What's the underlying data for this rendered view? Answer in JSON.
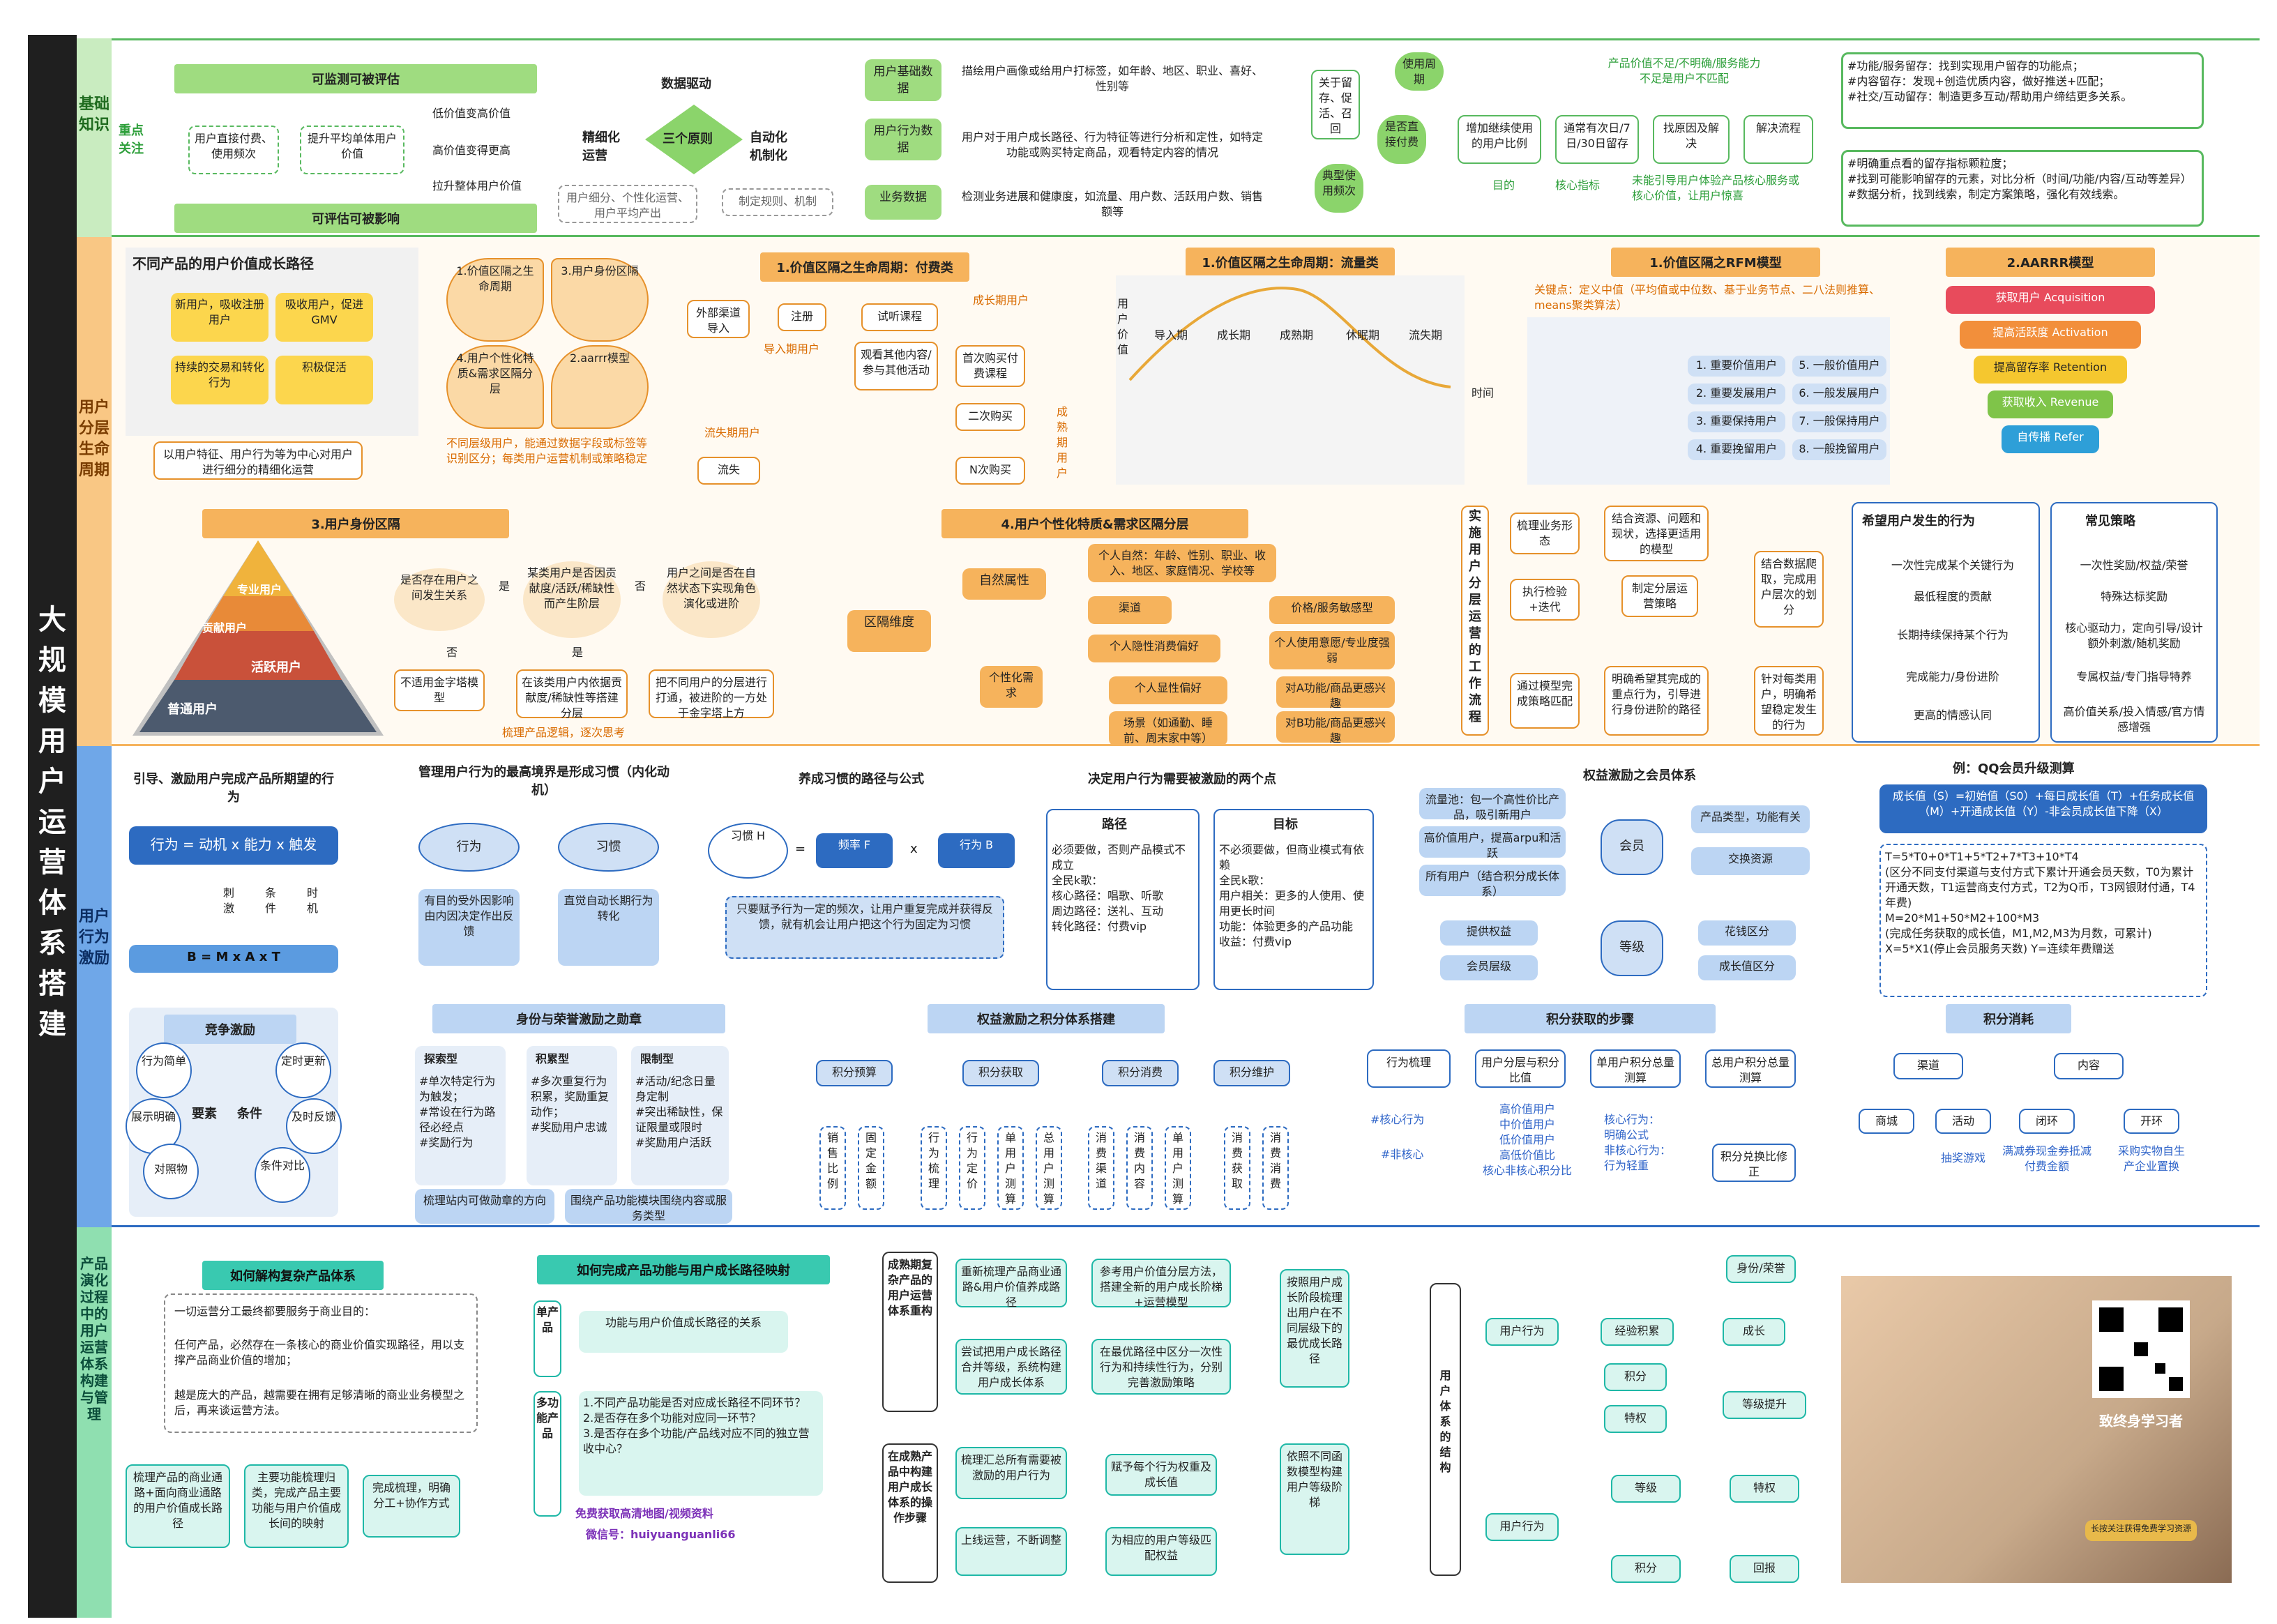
{
  "sidebar": {
    "title": "大规模 用户运营 体系搭建"
  },
  "sections": {
    "s1": "基础知识",
    "s2": "用户分层 生命周期",
    "s3": "用户行为激励",
    "s4": "产品演化过程中的用户运营体系构建与管理"
  },
  "basics": {
    "key_focus": "重点关注",
    "measurable": "可监测可被评估",
    "evaluable": "可评估可被影响",
    "conv_box": "用户直接付费、使用频次",
    "value_box": "提升平均单体用户价值",
    "low_to_high": "低价值变高价值",
    "high_keep": "高价值变得更高",
    "raise_all": "拉升整体用户价值",
    "data_driven": "数据驱动",
    "three_principles": "三个原则",
    "refined_ops": "精细化运营",
    "auto_mech": "自动化机制化",
    "segment_note": "用户细分、个性化运营、用户平均产出",
    "rules_note": "制定规则、机制",
    "data_types": [
      {
        "name": "用户基础数据",
        "desc": "描绘用户画像或给用户打标签，如年龄、地区、职业、喜好、性别等"
      },
      {
        "name": "用户行为数据",
        "desc": "用户对于用户成长路径、行为特征等进行分析和定性，如特定功能或购买特定商品，观看特定内容的情况"
      },
      {
        "name": "业务数据",
        "desc": "检测业务进展和健康度，如流量、用户数、活跃用户数、销售额等"
      }
    ],
    "retention_cue": "关于留存、促活、召回",
    "use_cycle": "使用周期",
    "direct_pay": "是否直接付费",
    "typical_freq": "典型使用频次",
    "product_value_q": "产品价值不足/不明确/服务能力不足是用户不匹配",
    "flow": [
      "增加继续使用的用户比例",
      "通常有次日/7日/30日留存",
      "找原因及解决",
      "解决流程"
    ],
    "purpose": "目的",
    "core_metric": "核心指标",
    "method": "未能引导用户体验产品核心服务或核心价值，让用户惊喜",
    "notes1": "#功能/服务留存：找到实现用户留存的功能点；\n#内容留存：发现+创造优质内容，做好推送+匹配；\n#社交/互动留存：制造更多互动/帮助用户缔结更多关系。",
    "notes2": "#明确重点看的留存指标颗粒度；\n#找到可能影响留存的元素，对比分析（时间/功能/内容/互动等差异）\n#数据分析，找到线索，制定方案策略，强化有效线索。"
  },
  "lifecycle": {
    "growth_title": "不同产品的用户价值成长路径",
    "growth_caption": "以用户特征、用户行为等为中心对用户进行细分的精细化运营",
    "quad": [
      "新用户，吸收注册用户",
      "吸收用户，促进GMV",
      "持续的交易和转化行为",
      "积极促活"
    ],
    "butterfly": [
      "1.价值区隔之生命周期",
      "2.aarrr模型",
      "3.用户身份区隔",
      "4.用户个性化特质&需求区隔分层"
    ],
    "butterfly_note": "不同层级用户，能通过数据字段或标签等识别区分；每类用户运营机制或策略稳定",
    "pay_title": "1.价值区隔之生命周期：付费类",
    "pay_nodes": [
      "外部渠道导入",
      "注册",
      "试听课程",
      "观看其他内容/参与其他活动",
      "首次购买付费课程",
      "二次购买",
      "N次购买",
      "流失"
    ],
    "pay_labels": [
      "导入期用户",
      "成长期用户",
      "成熟期用户",
      "流失期用户"
    ],
    "flow_title": "1.价值区隔之生命周期：流量类",
    "flow_stages": [
      "导入期",
      "成长期",
      "成熟期",
      "休眠期",
      "流失期"
    ],
    "flow_axis_y": "用户价值",
    "flow_axis_x": "时间",
    "rfm_title": "1.价值区隔之RFM模型",
    "rfm_key": "关键点：定义中值（平均值或中位数、基于业务节点、二八法则推算、means聚类算法）",
    "rfm_list": [
      "1. 重要价值用户",
      "2. 重要发展用户",
      "3. 重要保持用户",
      "4. 重要挽留用户",
      "5. 一般价值用户",
      "6. 一般发展用户",
      "7. 一般保持用户",
      "8. 一般挽留用户"
    ],
    "aarrr_title": "2.AARRR模型",
    "aarrr": [
      "获取用户 Acquisition",
      "提高活跃度 Activation",
      "提高留存率 Retention",
      "获取收入 Revenue",
      "自传播 Refer"
    ],
    "identity_title": "3.用户身份区隔",
    "pyramid": [
      "专业用户",
      "贡献用户",
      "活跃用户",
      "普通用户"
    ],
    "identity_q": [
      "是否存在用户之间发生关系",
      "某类用户是否因贡献度/活跃/稀缺性而产生阶层",
      "用户之间是否在自然状态下实现角色演化或进阶"
    ],
    "identity_yes": "是",
    "identity_no": "否",
    "identity_res": [
      "不适用金字塔模型",
      "在该类用户内依据贡献度/稀缺性等搭建分层",
      "把不同用户的分层进行打通，被进阶的一方处于金字塔上方"
    ],
    "identity_logic": "梳理产品逻辑，逐次思考",
    "personal_title": "4.用户个性化特质&需求区隔分层",
    "dim": "区隔维度",
    "natural": "自然属性",
    "natural_detail": "个人自然：年龄、性别、职业、收入、地区、家庭情况、学校等",
    "personal_need": "个性化需求",
    "channel": "渠道",
    "hidden_pref": "个人隐性消费偏好",
    "visible_pref": "个人显性偏好",
    "scene_pref": "场景（如通勤、睡前、周末家中等）",
    "price": "价格/服务敏感型",
    "willing": "个人使用意愿/专业度强弱",
    "a_interest": "对A功能/商品更感兴趣",
    "b_interest": "对B功能/商品更感兴趣",
    "workflow_title": "实施用户分层运营的工作流程",
    "wf": [
      "梳理业务形态",
      "结合资源、问题和现状，选择更适用的模型",
      "执行检验+迭代",
      "制定分层运营策略",
      "结合数据爬取，完成用户层次的划分",
      "通过模型完成策略匹配",
      "明确希望其完成的重点行为，引导进行身份进阶的路径",
      "针对每类用户，明确希望稳定发生的行为"
    ],
    "hope_title": "希望用户发生的行为",
    "hope": [
      "一次性完成某个关键行为",
      "最低程度的贡献",
      "长期持续保持某个行为",
      "完成能力/身份进阶",
      "更高的情感认同"
    ],
    "strategy_title": "常见策略",
    "strategy": [
      "一次性奖励/权益/荣誉",
      "特殊达标奖励",
      "核心驱动力，定向引导/设计额外刺激/随机奖励",
      "专属权益/专门指导特养",
      "高价值关系/投入情感/官方情感增强"
    ]
  },
  "behavior": {
    "guide_title": "引导、激励用户完成产品所期望的行为",
    "formula": "行为 = 动机 x 能力 x 触发",
    "bmat": "B = M x A x T",
    "bmat_labels": [
      "刺激",
      "条件",
      "时机"
    ],
    "habit_title": "管理用户行为的最高境界是形成习惯（内化动机）",
    "behavior_oval": "行为",
    "habit_oval": "习惯",
    "conscious": "有目的受外因影响由内因决定作出反馈",
    "intuitive": "直觉自动长期行为转化",
    "path_title": "养成习惯的路径与公式",
    "h_formula": [
      "习惯 H",
      "频率 F",
      "行为 B"
    ],
    "path_note": "只要赋予行为一定的频次，让用户重复完成并获得反馈，就有机会让用户把这个行为固定为习惯",
    "two_elements_title": "决定用户行为需要被激励的两个点",
    "path": {
      "title": "路径",
      "body": "必须要做，否则产品模式不成立\n全民k歌：\n核心路径：唱歌、听歌\n周边路径：送礼、互动\n转化路径：付费vip"
    },
    "goal": {
      "title": "目标",
      "body": "不必须要做，但商业模式有依赖\n全民k歌：\n用户相关：更多的人使用、使用更长时间\n功能：体验更多的产品功能\n收益：付费vip"
    },
    "member_title": "权益激励之会员体系",
    "member_left": [
      "流量池：包一个高性价比产品，吸引新用户",
      "高价值用户，提高arpu和活跃",
      "所有用户（结合积分成长体系）"
    ],
    "member": "会员",
    "member_right": [
      "产品类型，功能有关",
      "交换资源"
    ],
    "level": "等级",
    "level_left": [
      "提供权益",
      "会员层级"
    ],
    "level_right": [
      "花钱区分",
      "成长值区分"
    ],
    "qq_title": "例：QQ会员升级测算",
    "qq_formula": "成长值（S）=初始值（S0）+每日成长值（T）+任务成长值（M）+开通成长值（Y）-非会员成长值下降（X）",
    "qq_detail": "T=5*T0+0*T1+5*T2+7*T3+10*T4\n(区分不同支付渠道与支付方式下累计开通会员天数，T0为累计开通天数，T1运营商支付方式，T2为Q币，T3网银财付通，T4年费)\nM=20*M1+50*M2+100*M3\n(完成任务获取的成长值，M1,M2,M3为月数，可累计)\nX=5*X1(停止会员服务天数) Y=连续年费赠送"
  },
  "points": {
    "compete_title": "竞争激励",
    "elements": "要素",
    "conditions": "条件",
    "el_items": [
      "行为简单",
      "展示明确",
      "对照物"
    ],
    "cond_items": [
      "定时更新",
      "及时反馈",
      "条件对比"
    ],
    "badge_title": "身份与荣誉激励之勋章",
    "badges": [
      {
        "t": "探索型",
        "d": "#单次特定行为为触发；\n#常设在行为路径必经点\n#奖励行为"
      },
      {
        "t": "积累型",
        "d": "#多次重复行为积累，奖励重复动作；\n#奖励用户忠诚"
      },
      {
        "t": "限制型",
        "d": "#活动/纪念日量身定制\n#突出稀缺性，保证限量或限时\n#奖励用户活跃"
      }
    ],
    "badge_notes": [
      "梳理站内可做勋章的方向",
      "围绕产品功能模块围绕内容或服务类型"
    ],
    "points_title": "权益激励之积分体系搭建",
    "points_cats": [
      "积分预算",
      "积分获取",
      "积分消费",
      "积分维护"
    ],
    "points_sub": [
      "销售比例",
      "固定金额",
      "行为梳理",
      "行为定价",
      "单用户测算",
      "总用户测算",
      "消费渠道",
      "消费内容",
      "单用户测算",
      "消费获取",
      "消费消费"
    ],
    "acquire_title": "积分获取的步骤",
    "acquire_steps": [
      "行为梳理",
      "用户分层与积分比值",
      "单用户积分总量测算",
      "总用户积分总量测算"
    ],
    "core_tag": "#核心行为",
    "noncore_tag": "#非核心",
    "high_users": "高价值用户\n中价值用户\n低价值用户\n高低价值比\n核心非核心积分比",
    "core_text": "核心行为：\n明确公式\n非核心行为：\n行为轻重",
    "exchange": "积分兑换比修正",
    "consume_title": "积分消耗",
    "consume_channel": "渠道",
    "consume_content": "内容",
    "consume_items": [
      "商城",
      "活动",
      "闭环",
      "开环"
    ],
    "consume_leaf": [
      "抽奖游戏",
      "满减券现金券抵减付费金额",
      "采购实物自生产企业置换"
    ]
  },
  "evolution": {
    "decon_title": "如何解构复杂产品体系",
    "decon_list": [
      "一切运营分工最终都要服务于商业目的：",
      "任何产品，必然存在一条核心的商业价值实现路径，用以支撑产品商业价值的增加；",
      "越是庞大的产品，越需要在拥有足够清晰的商业业务模型之后，再来谈运营方法。"
    ],
    "decon_steps": [
      "梳理产品的商业通路+面向商业通路的用户价值成长路径",
      "主要功能梳理归类，完成产品主要功能与用户价值成长间的映射",
      "完成梳理，明确分工+协作方式"
    ],
    "map_title": "如何完成产品功能与用户成长路径映射",
    "single": "单产品",
    "single_text": "功能与用户价值成长路径的关系",
    "multi": "多功能产品",
    "multi_text": "1.不同产品功能是否对应成长路径不同环节？\n2.是否存在多个功能对应同一环节？\n3.是否存在多个功能/产品线对应不同的独立营收中心？",
    "free_note": "免费获取高清地图/视频资料",
    "wechat": "微信号：huiyuanguanli66",
    "mature_title": "成熟期复杂产品的用户运营体系重构",
    "mature_steps": [
      "重新梳理产品商业通路&用户价值养成路径",
      "参考用户价值分层方法，搭建全新的用户成长阶梯+运营模型",
      "尝试把用户成长路径合并等级，系统构建用户成长体系",
      "在最优路径中区分一次性行为和持续性行为，分别完善激励策略",
      "按照用户成长阶段梳理出用户在不同层级下的最优成长路径"
    ],
    "build_title": "在成熟产品中构建用户成长体系的操作步骤",
    "build_steps": [
      "梳理汇总所有需要被激励的用户行为",
      "赋予每个行为权重及成长值",
      "依照不同函数模型构建用户等级阶梯",
      "上线运营，不断调整",
      "为相应的用户等级匹配权益"
    ],
    "struct_title": "用户体系的结构",
    "struct_nodes": [
      "身份/荣誉",
      "用户行为",
      "经验积累",
      "成长",
      "积分",
      "等级提升",
      "特权",
      "用户行为",
      "等级",
      "特权",
      "积分",
      "回报"
    ],
    "poster_title": "致终身学习者",
    "poster_sub": "长按关注获得免费学习资源"
  },
  "colors": {
    "orange": "#f6b35c",
    "green": "#58b95f",
    "blue": "#2d6bc1",
    "teal": "#39c9b0",
    "sidebar": "#1f1f1f"
  }
}
